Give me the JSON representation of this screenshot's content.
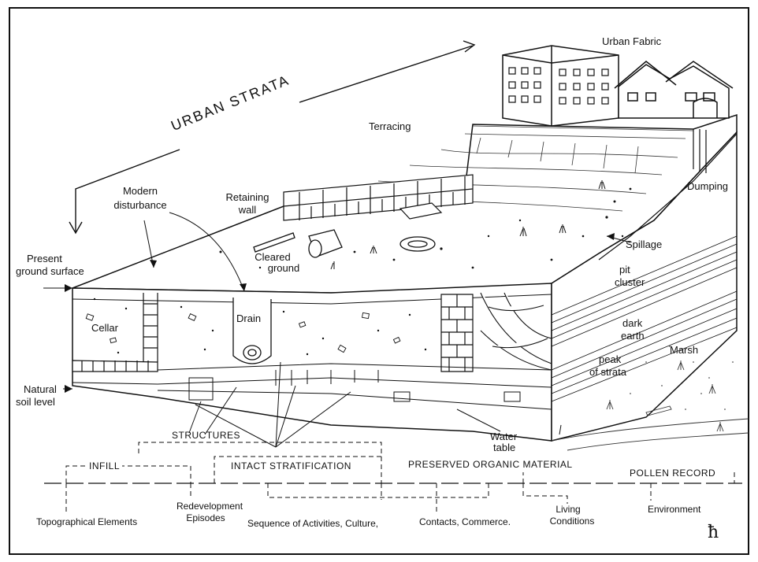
{
  "title": "URBAN STRATA",
  "labels": {
    "urban_fabric": "Urban Fabric",
    "terracing": "Terracing",
    "dumping": "Dumping",
    "modern_disturbance_1": "Modern",
    "modern_disturbance_2": "disturbance",
    "retaining_wall_1": "Retaining",
    "retaining_wall_2": "wall",
    "present_ground_1": "Present",
    "present_ground_2": "ground surface",
    "cleared_ground_1": "Cleared",
    "cleared_ground_2": "ground",
    "spillage": "Spillage",
    "pit_cluster_1": "pit",
    "pit_cluster_2": "cluster",
    "dark_earth_1": "dark",
    "dark_earth_2": "earth",
    "marsh": "Marsh",
    "cellar": "Cellar",
    "drain": "Drain",
    "peak_strata_1": "peak",
    "peak_strata_2": "of strata",
    "natural_soil_1": "Natural",
    "natural_soil_2": "soil level",
    "water_table_1": "Water",
    "water_table_2": "table"
  },
  "categories": {
    "structures": "STRUCTURES",
    "infill": "INFILL",
    "intact_stratification": "INTACT STRATIFICATION",
    "preserved_organic": "PRESERVED ORGANIC MATERIAL",
    "pollen_record": "POLLEN RECORD"
  },
  "outcomes": {
    "topographical": "Topographical Elements",
    "redevelopment_1": "Redevelopment",
    "redevelopment_2": "Episodes",
    "sequence": "Sequence of Activities,  Culture,",
    "contacts": "Contacts,  Commerce.",
    "living_1": "Living",
    "living_2": "Conditions",
    "environment": "Environment"
  },
  "signature": "ħ"
}
